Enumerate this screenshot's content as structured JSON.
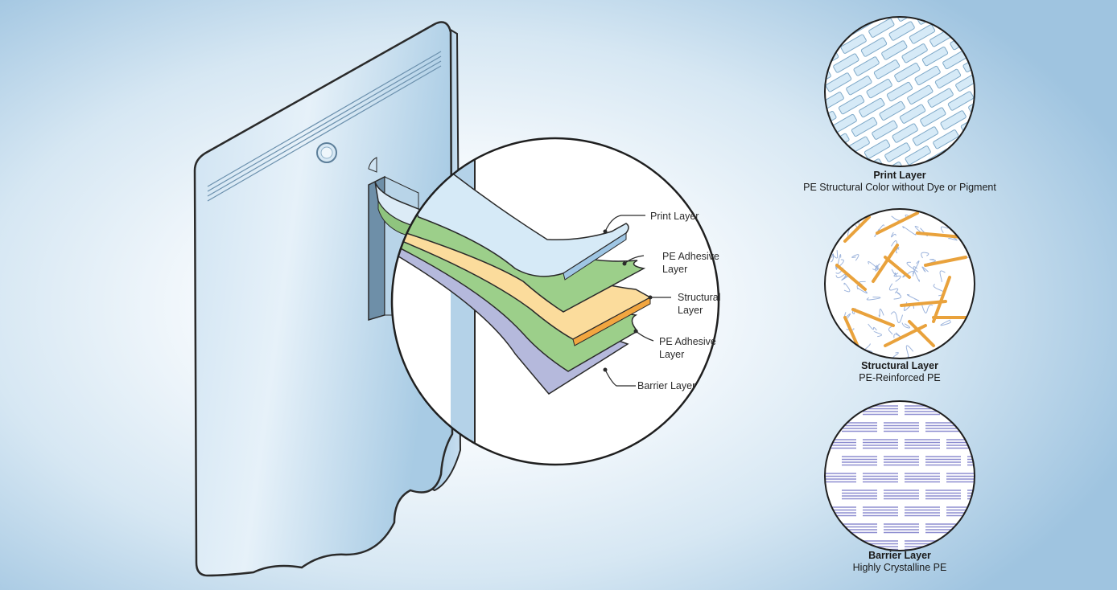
{
  "callout_labels": {
    "print": "Print Layer",
    "adhesive1_l1": "PE Adhesive",
    "adhesive1_l2": "Layer",
    "structural_l1": "Structural",
    "structural_l2": "Layer",
    "adhesive2_l1": "PE Adhesive",
    "adhesive2_l2": "Layer",
    "barrier": "Barrier Layer"
  },
  "details": [
    {
      "title": "Print Layer",
      "subtitle": "PE Structural Color without Dye or Pigment"
    },
    {
      "title": "Structural Layer",
      "subtitle": "PE-Reinforced PE"
    },
    {
      "title": "Barrier Layer",
      "subtitle": "Highly Crystalline PE"
    }
  ],
  "colors": {
    "print_layer": "#d6eaf7",
    "adhesive_layer": "#9ccf8a",
    "structural_layer": "#fbdc9c",
    "structural_edge": "#f2a640",
    "barrier_layer": "#b5b9dc",
    "pouch": "#a9cde6",
    "fiber": "#e9a23c",
    "crystal": "#8e8ed0"
  }
}
